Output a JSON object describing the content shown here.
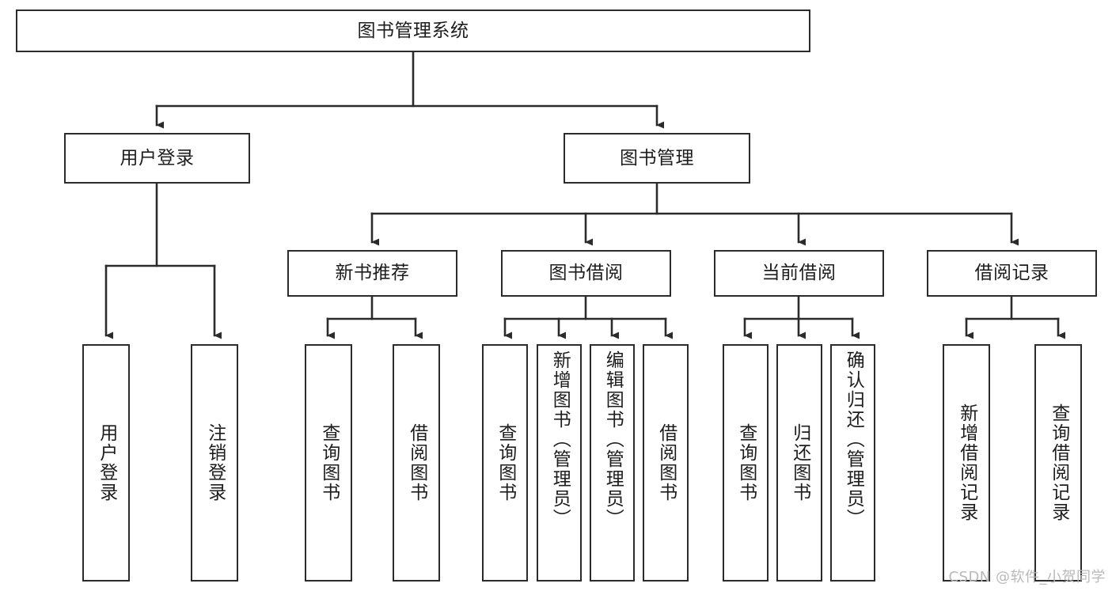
{
  "diagram": {
    "type": "tree-hierarchy-chart",
    "title": "图书管理系统",
    "watermark": "CSDN @软件_小贺同学",
    "colors": {
      "box_border": "#2b2b2b",
      "box_fill": "#ffffff",
      "connector": "#2b2b2b",
      "text": "#1d1d1d",
      "watermark": "#b9b9b9",
      "background": "#ffffff"
    },
    "levels": {
      "root": {
        "label": "图书管理系统"
      },
      "level2": [
        {
          "label": "用户登录"
        },
        {
          "label": "图书管理"
        }
      ],
      "level3": [
        {
          "label": "新书推荐"
        },
        {
          "label": "图书借阅"
        },
        {
          "label": "当前借阅"
        },
        {
          "label": "借阅记录"
        }
      ],
      "leaves": {
        "user_login": [
          {
            "label": "用户登录"
          },
          {
            "label": "注销登录"
          }
        ],
        "new_book_recommend": [
          {
            "label": "查询图书"
          },
          {
            "label": "借阅图书"
          }
        ],
        "book_borrow": [
          {
            "label": "查询图书"
          },
          {
            "label": "新增图书（管理员）"
          },
          {
            "label": "编辑图书（管理员）"
          },
          {
            "label": "借阅图书"
          }
        ],
        "current_borrow": [
          {
            "label": "查询图书"
          },
          {
            "label": "归还图书"
          },
          {
            "label": "确认归还（管理员）"
          }
        ],
        "borrow_record": [
          {
            "label": "新增借阅记录"
          },
          {
            "label": "查询借阅记录"
          }
        ]
      }
    }
  }
}
